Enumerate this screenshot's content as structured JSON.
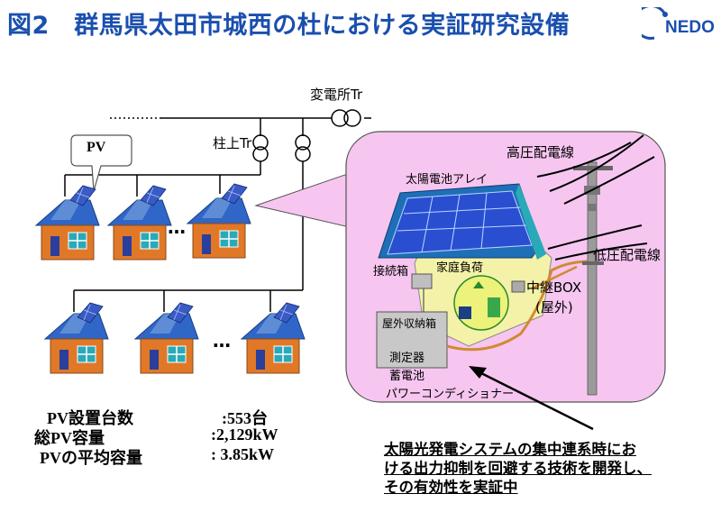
{
  "header": {
    "title": "図2　群馬県太田市城西の杜における実証研究設備",
    "logo_text": "NEDO"
  },
  "diagram": {
    "substation_label": "変電所Tr",
    "pole_transformer_label": "柱上Tr",
    "pv_callout": "PV",
    "ellipsis_top": "…",
    "ellipsis_bottom": "…",
    "zoom_labels": {
      "solar_array": "太陽電池アレイ",
      "high_voltage_line": "高圧配電線",
      "low_voltage_line": "低圧配電線",
      "junction_box": "接続箱",
      "household_load": "家庭負荷",
      "relay_box": "中継BOX",
      "relay_box_sub": "(屋外)",
      "outdoor_cabinet": "屋外収納箱",
      "measuring_device": "測定器",
      "storage_battery": "蓄電池",
      "power_conditioner": "パワーコンディショナー"
    }
  },
  "stats": [
    {
      "label": "PV設置台数",
      "value": ":553台"
    },
    {
      "label": "総PV容量",
      "value": ":2,129kW"
    },
    {
      "label": "PVの平均容量",
      "value": ": 3.85kW"
    }
  ],
  "conclusion": [
    "太陽光発電システムの集中連系時にお",
    "ける出力抑制を回避する技術を開発し、",
    "その有効性を実証中"
  ],
  "colors": {
    "title_blue": "#1a4fae",
    "zoom_fill": "#f6c6f0",
    "roof_blue": "#2f66c8",
    "wall_orange": "#e07828",
    "window_teal": "#2aa9b8"
  }
}
